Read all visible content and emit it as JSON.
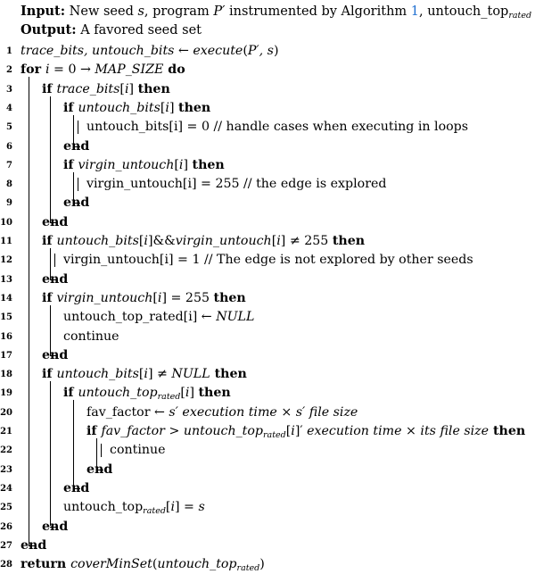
{
  "header": {
    "input_label": "Input:",
    "input_text_1": "New seed ",
    "input_s": "s",
    "input_text_2": ", program ",
    "input_p": "P′",
    "input_text_3": " instrumented by Algorithm ",
    "input_ref": "1",
    "input_text_4": ", untouch_top",
    "input_sub": "rated",
    "output_label": "Output:",
    "output_text": "A favored seed set"
  },
  "lines": [
    {
      "n": "1",
      "parts": [
        {
          "t": "trace_bits, untouch_bits",
          "c": "it"
        },
        {
          "t": " ← "
        },
        {
          "t": "execute",
          "c": "it"
        },
        {
          "t": "("
        },
        {
          "t": "P′, s",
          "c": "it"
        },
        {
          "t": ")"
        }
      ]
    },
    {
      "n": "2",
      "parts": [
        {
          "t": "for ",
          "c": "kw"
        },
        {
          "t": "i",
          "c": "it"
        },
        {
          "t": " = 0 → "
        },
        {
          "t": "MAP_SIZE",
          "c": "it"
        },
        {
          "t": " do",
          "c": "kw"
        }
      ]
    },
    {
      "n": "3",
      "parts": [
        {
          "t": "if ",
          "c": "kw"
        },
        {
          "t": "trace_bits",
          "c": "it"
        },
        {
          "t": "["
        },
        {
          "t": "i",
          "c": "it"
        },
        {
          "t": "] "
        },
        {
          "t": "then",
          "c": "kw"
        }
      ]
    },
    {
      "n": "4",
      "parts": [
        {
          "t": "if ",
          "c": "kw"
        },
        {
          "t": "untouch_bits",
          "c": "it"
        },
        {
          "t": "["
        },
        {
          "t": "i",
          "c": "it"
        },
        {
          "t": "] "
        },
        {
          "t": "then",
          "c": "kw"
        }
      ]
    },
    {
      "n": "5",
      "parts": [
        {
          "t": "untouch_bits[i] = 0 // handle cases when executing in loops"
        }
      ]
    },
    {
      "n": "6",
      "parts": [
        {
          "t": "end",
          "c": "kw"
        }
      ]
    },
    {
      "n": "7",
      "parts": [
        {
          "t": "if ",
          "c": "kw"
        },
        {
          "t": "virgin_untouch",
          "c": "it"
        },
        {
          "t": "["
        },
        {
          "t": "i",
          "c": "it"
        },
        {
          "t": "] "
        },
        {
          "t": "then",
          "c": "kw"
        }
      ]
    },
    {
      "n": "8",
      "parts": [
        {
          "t": "virgin_untouch[i] = 255 // the edge is explored"
        }
      ]
    },
    {
      "n": "9",
      "parts": [
        {
          "t": "end",
          "c": "kw"
        }
      ]
    },
    {
      "n": "10",
      "parts": [
        {
          "t": "end",
          "c": "kw"
        }
      ]
    },
    {
      "n": "11",
      "parts": [
        {
          "t": "if ",
          "c": "kw"
        },
        {
          "t": "untouch_bits",
          "c": "it"
        },
        {
          "t": "["
        },
        {
          "t": "i",
          "c": "it"
        },
        {
          "t": "]&&"
        },
        {
          "t": "virgin_untouch",
          "c": "it"
        },
        {
          "t": "["
        },
        {
          "t": "i",
          "c": "it"
        },
        {
          "t": "] ≠ 255 "
        },
        {
          "t": "then",
          "c": "kw"
        }
      ]
    },
    {
      "n": "12",
      "parts": [
        {
          "t": "virgin_untouch[i] = 1 // The edge is not explored by other seeds"
        }
      ]
    },
    {
      "n": "13",
      "parts": [
        {
          "t": "end",
          "c": "kw"
        }
      ]
    },
    {
      "n": "14",
      "parts": [
        {
          "t": "if ",
          "c": "kw"
        },
        {
          "t": "virgin_untouch",
          "c": "it"
        },
        {
          "t": "["
        },
        {
          "t": "i",
          "c": "it"
        },
        {
          "t": "] = 255 "
        },
        {
          "t": "then",
          "c": "kw"
        }
      ]
    },
    {
      "n": "15",
      "parts": [
        {
          "t": "untouch_top_rated[i] ← "
        },
        {
          "t": "NULL",
          "c": "it"
        }
      ]
    },
    {
      "n": "16",
      "parts": [
        {
          "t": "continue"
        }
      ]
    },
    {
      "n": "17",
      "parts": [
        {
          "t": "end",
          "c": "kw"
        }
      ]
    },
    {
      "n": "18",
      "parts": [
        {
          "t": "if ",
          "c": "kw"
        },
        {
          "t": "untouch_bits",
          "c": "it"
        },
        {
          "t": "["
        },
        {
          "t": "i",
          "c": "it"
        },
        {
          "t": "] ≠ "
        },
        {
          "t": "NULL",
          "c": "it"
        },
        {
          "t": " then",
          "c": "kw"
        }
      ]
    },
    {
      "n": "19",
      "parts": [
        {
          "t": "if ",
          "c": "kw"
        },
        {
          "t": "untouch_top",
          "c": "it"
        },
        {
          "t": "rated",
          "c": "sub"
        },
        {
          "t": "["
        },
        {
          "t": "i",
          "c": "it"
        },
        {
          "t": "] "
        },
        {
          "t": "then",
          "c": "kw"
        }
      ]
    },
    {
      "n": "20",
      "parts": [
        {
          "t": "fav_factor ← "
        },
        {
          "t": "s′ execution time × s′ file size",
          "c": "it"
        }
      ]
    },
    {
      "n": "21",
      "parts": [
        {
          "t": "if ",
          "c": "kw"
        },
        {
          "t": "fav_factor > untouch_top",
          "c": "it"
        },
        {
          "t": "rated",
          "c": "sub"
        },
        {
          "t": "["
        },
        {
          "t": "i",
          "c": "it"
        },
        {
          "t": "]′ "
        },
        {
          "t": "execution time × its file size",
          "c": "it"
        },
        {
          "t": " then",
          "c": "kw"
        }
      ]
    },
    {
      "n": "22",
      "parts": [
        {
          "t": "continue"
        }
      ]
    },
    {
      "n": "23",
      "parts": [
        {
          "t": "end",
          "c": "kw"
        }
      ]
    },
    {
      "n": "24",
      "parts": [
        {
          "t": "end",
          "c": "kw"
        }
      ]
    },
    {
      "n": "25",
      "parts": [
        {
          "t": "untouch_top"
        },
        {
          "t": "rated",
          "c": "sub"
        },
        {
          "t": "["
        },
        {
          "t": "i",
          "c": "it"
        },
        {
          "t": "] = "
        },
        {
          "t": "s",
          "c": "it"
        }
      ]
    },
    {
      "n": "26",
      "parts": [
        {
          "t": "end",
          "c": "kw"
        }
      ]
    },
    {
      "n": "27",
      "parts": [
        {
          "t": "end",
          "c": "kw"
        }
      ]
    },
    {
      "n": "28",
      "parts": [
        {
          "t": "return ",
          "c": "kw"
        },
        {
          "t": "coverMinSet",
          "c": "it"
        },
        {
          "t": "("
        },
        {
          "t": "untouch_top",
          "c": "it"
        },
        {
          "t": "rated",
          "c": "sub"
        },
        {
          "t": ")"
        }
      ]
    }
  ]
}
